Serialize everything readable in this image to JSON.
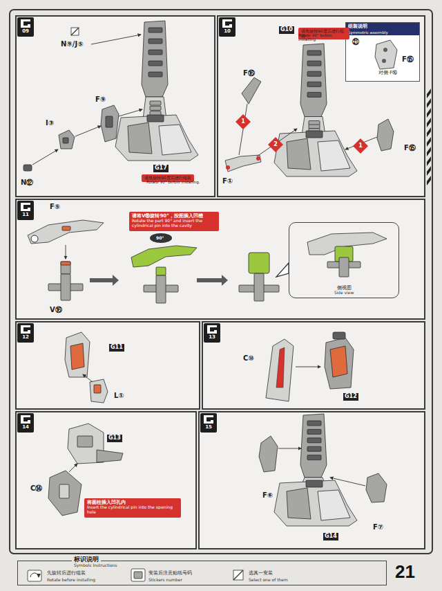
{
  "diagram": {
    "nodes": [
      {
        "text": [
          "09"
        ]
      },
      {
        "text": [
          "10"
        ]
      },
      {
        "text": [
          "组装说明",
          "Symmetric assembly"
        ],
        "in": 1
      },
      {
        "text": [
          "1"
        ],
        "in": 1
      },
      {
        "text": [
          "2"
        ],
        "in": 1
      },
      {
        "text": [
          "1"
        ],
        "in": 1
      },
      {
        "text": [
          "11"
        ]
      },
      {
        "text": [
          "请将V⑯旋转90°，按图插入凹槽",
          "Rotate the part 90° and insert the cylindrical pin into the cavity"
        ],
        "in": 6
      },
      {
        "text": [
          "侧视图",
          "Side view"
        ],
        "in": 6
      },
      {
        "text": [
          "12"
        ]
      },
      {
        "text": [
          "13"
        ]
      },
      {
        "text": [
          "14"
        ]
      },
      {
        "text": [
          "将圆柱插入凹孔内",
          "Insert the cylindrical pin into the opening hole"
        ],
        "in": 11
      },
      {
        "text": [
          "15"
        ]
      },
      {
        "text": [
          "标识说明",
          "Symbols Instructions"
        ]
      }
    ],
    "labels": [
      "N⑨/J⑤",
      "F⑨",
      "I③",
      "N⑫",
      "G17",
      "请先旋转90度后进行组装",
      "Rotate 90° before installing.",
      "G10",
      "请先旋转90度后进行组装",
      "Rotate 90° before installing.",
      "㉑",
      "F⑮",
      "对侧·F⑯",
      "F⑯",
      "F①",
      "F⑮",
      "F⑤",
      "90°",
      "V⑯",
      "G11",
      "L①",
      "C⑩",
      "G12",
      "G13",
      "C⑭",
      "F⑥",
      "F⑦",
      "G14",
      "先旋转后进行组装",
      "Rotate before installing",
      "安装后注意贴纸号码",
      "Stickers number",
      "选其一安装",
      "Select one of them",
      "21"
    ]
  }
}
